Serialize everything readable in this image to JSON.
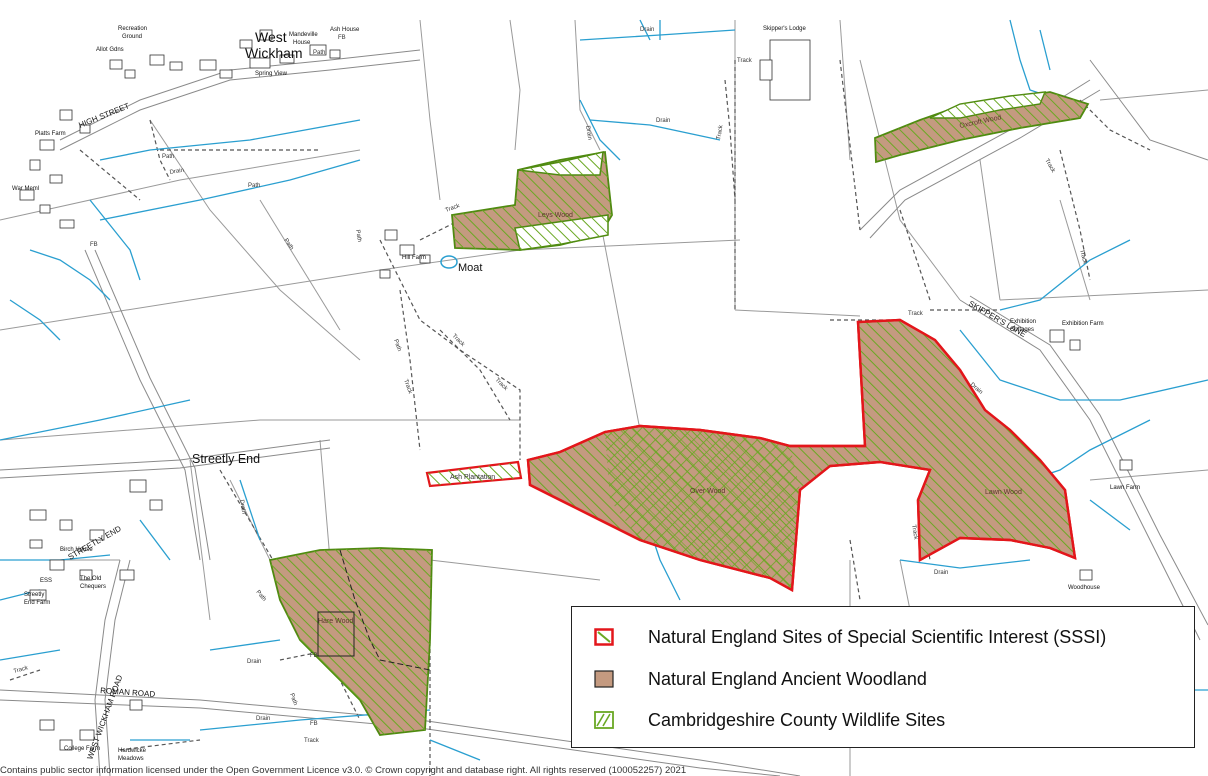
{
  "map": {
    "place_labels": {
      "west_wickham": "West\nWickham",
      "streetly_end": "Streetly End",
      "moat": "Moat",
      "recreation_ground": "Recreation\nGround",
      "allot_gdns": "Allot Gdns",
      "ash_house": "Ash House",
      "mandeville_house": "Mandeville\nHouse",
      "spring_view": "Spring View",
      "platts_farm": "Platts Farm",
      "war_meml": "War Meml",
      "hill_farm": "Hill Farm",
      "skippers_lodge": "Skipper's Lodge",
      "exhibition_cottages": "Exhibition\nCottages",
      "exhibition_farm": "Exhibition Farm",
      "lawn_farm": "Lawn Farm",
      "woodhouse": "Woodhouse",
      "birch_house": "Birch House",
      "the_old_chequers": "The Old\nChequers",
      "streetly_end_farm": "Streetly\nEnd Farm",
      "college_farm": "College Farm",
      "hardwicke_meadows": "Hardwicke\nMeadows",
      "ess": "ESS"
    },
    "road_labels": {
      "high_street": "HIGH STREET",
      "roman_road": "ROMAN ROAD",
      "skippers_lane": "SKIPPER'S LANE",
      "streetly_end_road": "STREETLY END",
      "west_wickham_road": "WEST WICKHAM ROAD"
    },
    "feature_labels": {
      "leys_wood": "Leys Wood",
      "oxcroft_wood": "Oxcroft Wood",
      "ash_plantation": "Ash Plantation",
      "over_wood": "Over Wood",
      "lawn_wood": "Lawn Wood",
      "hare_wood": "Hare Wood",
      "track": "Track",
      "path": "Path",
      "drain": "Drain",
      "fb": "FB"
    },
    "colors": {
      "sssi_outline": "#e3161b",
      "ancient_woodland": "#c49a80",
      "cws_hatch": "#6aa823",
      "water": "#2a9fd0",
      "road_line": "#888888"
    }
  },
  "legend": {
    "items": [
      {
        "label": "Natural England Sites of Special Scientific Interest (SSSI)",
        "swatch": "sssi"
      },
      {
        "label": "Natural England Ancient Woodland",
        "swatch": "ancient-woodland"
      },
      {
        "label": "Cambridgeshire County Wildlife Sites",
        "swatch": "county-wildlife-site"
      }
    ]
  },
  "attribution": "Contains public sector information licensed under the Open Government Licence v3.0. © Crown copyright and database right. All rights reserved (100052257) 2021"
}
